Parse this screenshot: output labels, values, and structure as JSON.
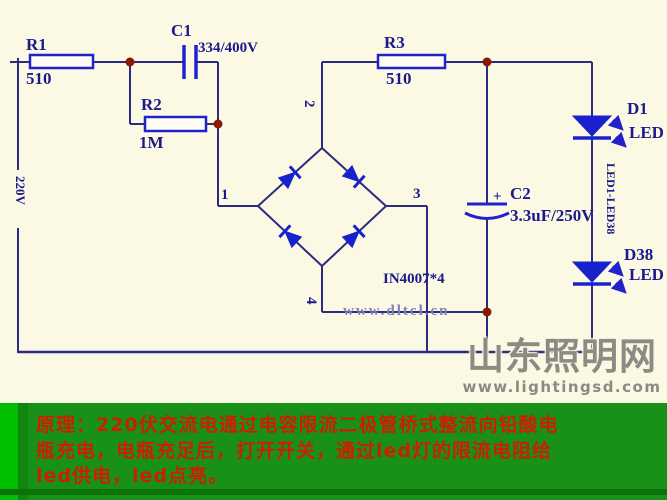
{
  "schematic": {
    "source": {
      "label": "220V"
    },
    "resistors": [
      {
        "ref": "R1",
        "value": "510"
      },
      {
        "ref": "R2",
        "value": "1M"
      },
      {
        "ref": "R3",
        "value": "510"
      }
    ],
    "capacitors": [
      {
        "ref": "C1",
        "value": "334/400V"
      },
      {
        "ref": "C2",
        "value": "3.3uF/250V",
        "polarity": "+"
      }
    ],
    "bridge": {
      "part": "IN4007*4",
      "terminals": [
        "1",
        "2",
        "3",
        "4"
      ]
    },
    "leds": [
      {
        "ref": "D1",
        "type": "LED"
      },
      {
        "ref": "D38",
        "type": "LED"
      }
    ],
    "led_string_label": "LED1-LED38",
    "watermark": "www.dltcl.cn"
  },
  "logo": {
    "title": "山东照明网",
    "url": "www.lightingsd.com"
  },
  "banner": {
    "lines": [
      "原理：220伏交流电通过电容限流二极管桥式整流向铅酸电",
      "瓶充电，电瓶充足后，打开开关，通过led灯的限流电阻给",
      "led供电，led点亮。"
    ]
  },
  "colors": {
    "background": "#fbf9e3",
    "wire": "#2b2b80",
    "component_outline": "#2222cc",
    "diode_fill": "#1822cc",
    "junction_dot": "#8b1a00",
    "label_text": "#1a1a8c",
    "watermark_text": "#8080bb",
    "logo_gray": "#8b8b84",
    "banner_green": "#199119",
    "banner_left_green": "#00bf00",
    "banner_text_red": "#cb2000"
  }
}
